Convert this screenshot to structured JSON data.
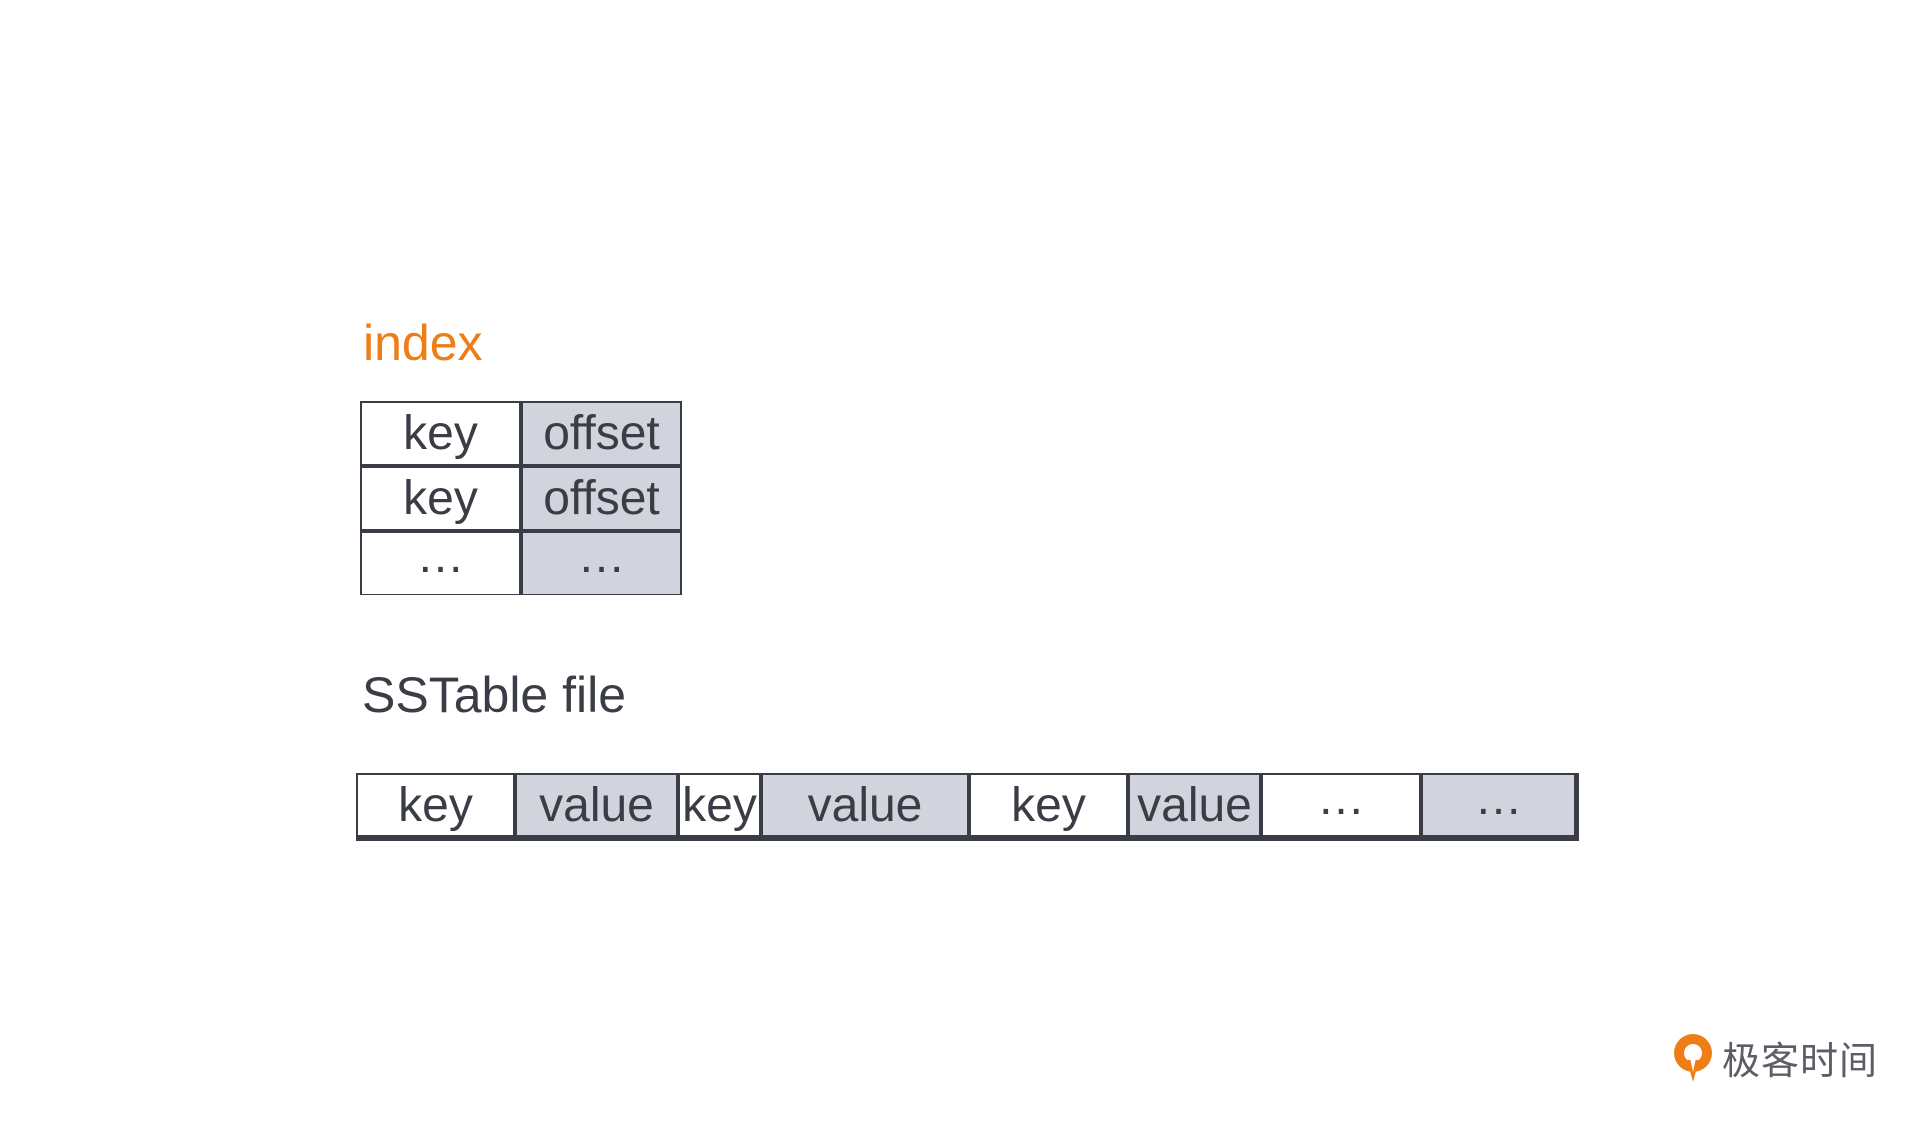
{
  "index": {
    "label": "index",
    "rows": [
      [
        "key",
        "offset"
      ],
      [
        "key",
        "offset"
      ],
      [
        "…",
        "…"
      ]
    ]
  },
  "sstable": {
    "label": "SSTable file",
    "cells": [
      "key",
      "value",
      "key",
      "value",
      "key",
      "value",
      "…",
      "…"
    ]
  },
  "logo": {
    "text": "极客时间",
    "brand_color": "#ee7d16"
  },
  "colors": {
    "index_label": "#ee7d16",
    "value_fill": "#d2d4dd",
    "stroke": "#3a3d45"
  }
}
